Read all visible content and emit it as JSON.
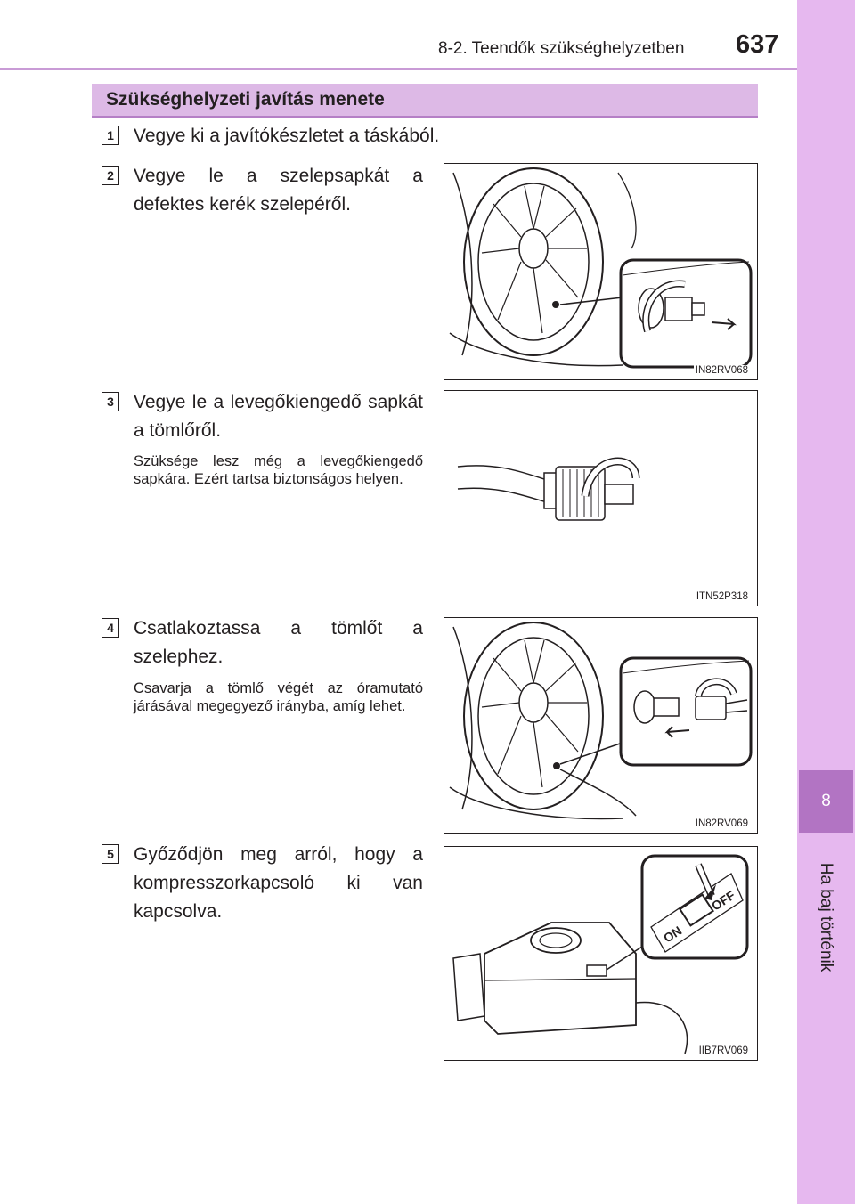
{
  "header": {
    "section": "8-2. Teendők szükséghelyzetben",
    "page_number": "637"
  },
  "side_tab": {
    "chapter_number": "8",
    "chapter_title": "Ha baj történik"
  },
  "section_heading": "Szükséghelyzeti javítás menete",
  "steps": [
    {
      "number": "1",
      "text": "Vegye ki a javítókészletet a táskából."
    },
    {
      "number": "2",
      "text": "Vegye le a szelepsapkát a defektes kerék szelepéről.",
      "figure_code": "IN82RV068"
    },
    {
      "number": "3",
      "text": "Vegye le a levegőkiengedő sapkát a tömlőről.",
      "note": "Szüksége lesz még a levegőkiengedő sapkára. Ezért tartsa biztonságos helyen.",
      "figure_code": "ITN52P318"
    },
    {
      "number": "4",
      "text": "Csatlakoztassa a tömlőt a szelephez.",
      "note": "Csavarja a tömlő végét az óramutató járásával megegyező irányba, amíg lehet.",
      "figure_code": "IN82RV069"
    },
    {
      "number": "5",
      "text": "Győződjön meg arról, hogy a kompresszorkapcsoló ki van kapcsolva.",
      "figure_code": "IIB7RV069",
      "switch_labels": {
        "on": "ON",
        "off": "OFF"
      }
    }
  ],
  "colors": {
    "tab": "#e6b8ef",
    "chapter_box": "#b274c3",
    "heading_bg": "#ddb9e6",
    "rule": "#c99bd6"
  }
}
